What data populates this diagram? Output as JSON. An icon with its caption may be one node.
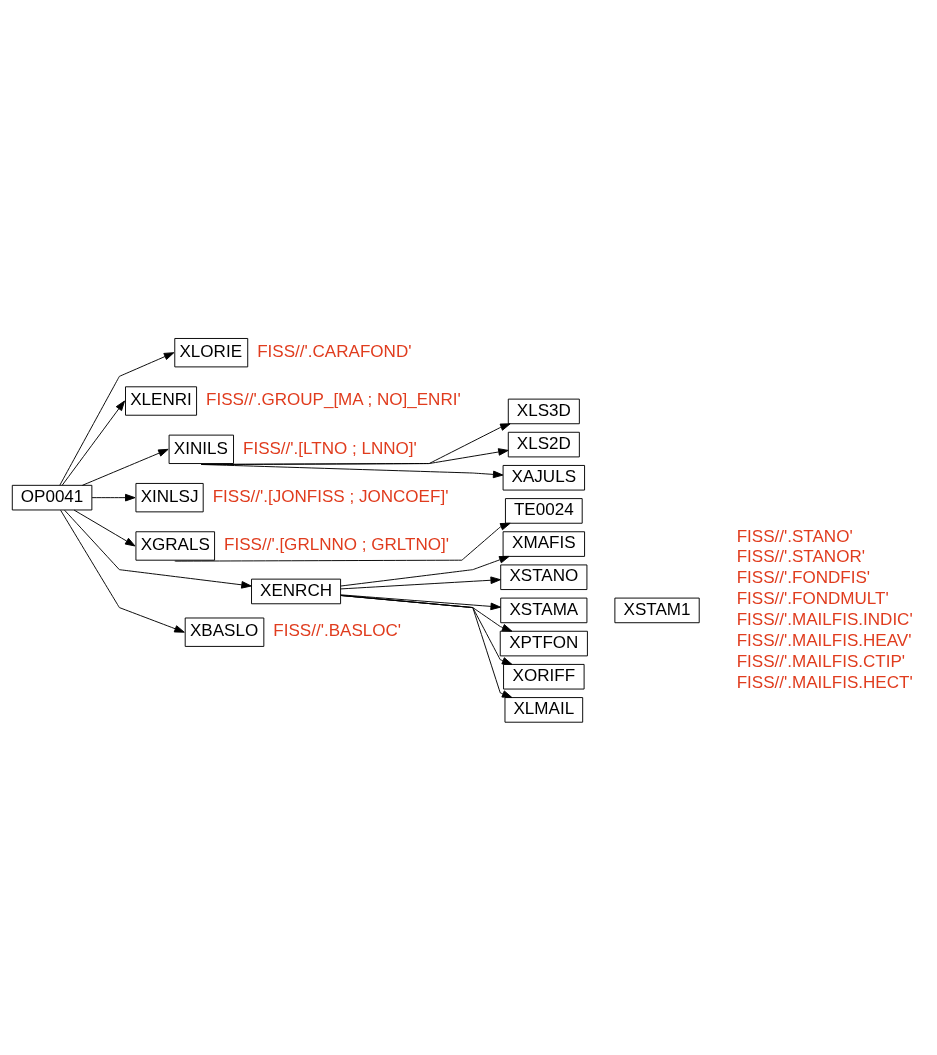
{
  "diagram": {
    "nodes": [
      {
        "text": [
          "OP0041"
        ]
      },
      {
        "text": [
          "XLORIE"
        ],
        "beside": [
          "FISS//'.CARAFOND'"
        ]
      },
      {
        "text": [
          "XLENRI"
        ],
        "beside": [
          "FISS//'.GROUP_[MA ; NO]_ENRI'"
        ]
      },
      {
        "text": [
          "XINILS"
        ],
        "beside": [
          "FISS//'.[LTNO ; LNNO]'"
        ]
      },
      {
        "text": [
          "XLS3D"
        ]
      },
      {
        "text": [
          "XLS2D"
        ]
      },
      {
        "text": [
          "XAJULS"
        ]
      },
      {
        "text": [
          "XINLSJ"
        ],
        "beside": [
          "FISS//'.[JONFISS ; JONCOEF]'"
        ]
      },
      {
        "text": [
          "XGRALS"
        ],
        "beside": [
          "FISS//'.[GRLNNO ; GRLTNO]'"
        ]
      },
      {
        "text": [
          "TE0024"
        ]
      },
      {
        "text": [
          "XENRCH"
        ]
      },
      {
        "text": [
          "XMAFIS"
        ]
      },
      {
        "text": [
          "XSTANO"
        ]
      },
      {
        "text": [
          "XSTAMA"
        ]
      },
      {
        "text": [
          "XSTAM1"
        ]
      },
      {
        "text": [
          "XPTFON"
        ]
      },
      {
        "text": [
          "XORIFF"
        ]
      },
      {
        "text": [
          "XLMAIL"
        ]
      },
      {
        "text": [
          "XBASLO"
        ],
        "beside": [
          "FISS//'.BASLOC'"
        ]
      }
    ],
    "edges": [
      {
        "from": 0,
        "to": 1,
        "arrow": "to"
      },
      {
        "from": 0,
        "to": 2,
        "arrow": "to"
      },
      {
        "from": 0,
        "to": 3,
        "arrow": "to"
      },
      {
        "from": 3,
        "to": 4,
        "arrow": "to"
      },
      {
        "from": 3,
        "to": 5,
        "arrow": "to"
      },
      {
        "from": 3,
        "to": 6,
        "arrow": "to"
      },
      {
        "from": 0,
        "to": 7,
        "arrow": "to"
      },
      {
        "from": 0,
        "to": 8,
        "arrow": "to"
      },
      {
        "from": 8,
        "to": 9,
        "arrow": "to"
      },
      {
        "from": 0,
        "to": 10,
        "arrow": "to"
      },
      {
        "from": 10,
        "to": 11,
        "arrow": "to"
      },
      {
        "from": 10,
        "to": 12,
        "arrow": "to"
      },
      {
        "from": 10,
        "to": 13,
        "arrow": "to"
      },
      {
        "from": 10,
        "to": 15,
        "arrow": "to"
      },
      {
        "from": 10,
        "to": 16,
        "arrow": "to"
      },
      {
        "from": 10,
        "to": 17,
        "arrow": "to"
      },
      {
        "from": 0,
        "to": 18,
        "arrow": "to"
      }
    ],
    "labels": [
      "FISS//'.STANO'",
      "FISS//'.STANOR'",
      "FISS//'.FONDFIS'",
      "FISS//'.FONDMULT'",
      "FISS//'.MAILFIS.INDIC'",
      "FISS//'.MAILFIS.HEAV'",
      "FISS//'.MAILFIS.CTIP'",
      "FISS//'.MAILFIS.HECT'"
    ]
  }
}
